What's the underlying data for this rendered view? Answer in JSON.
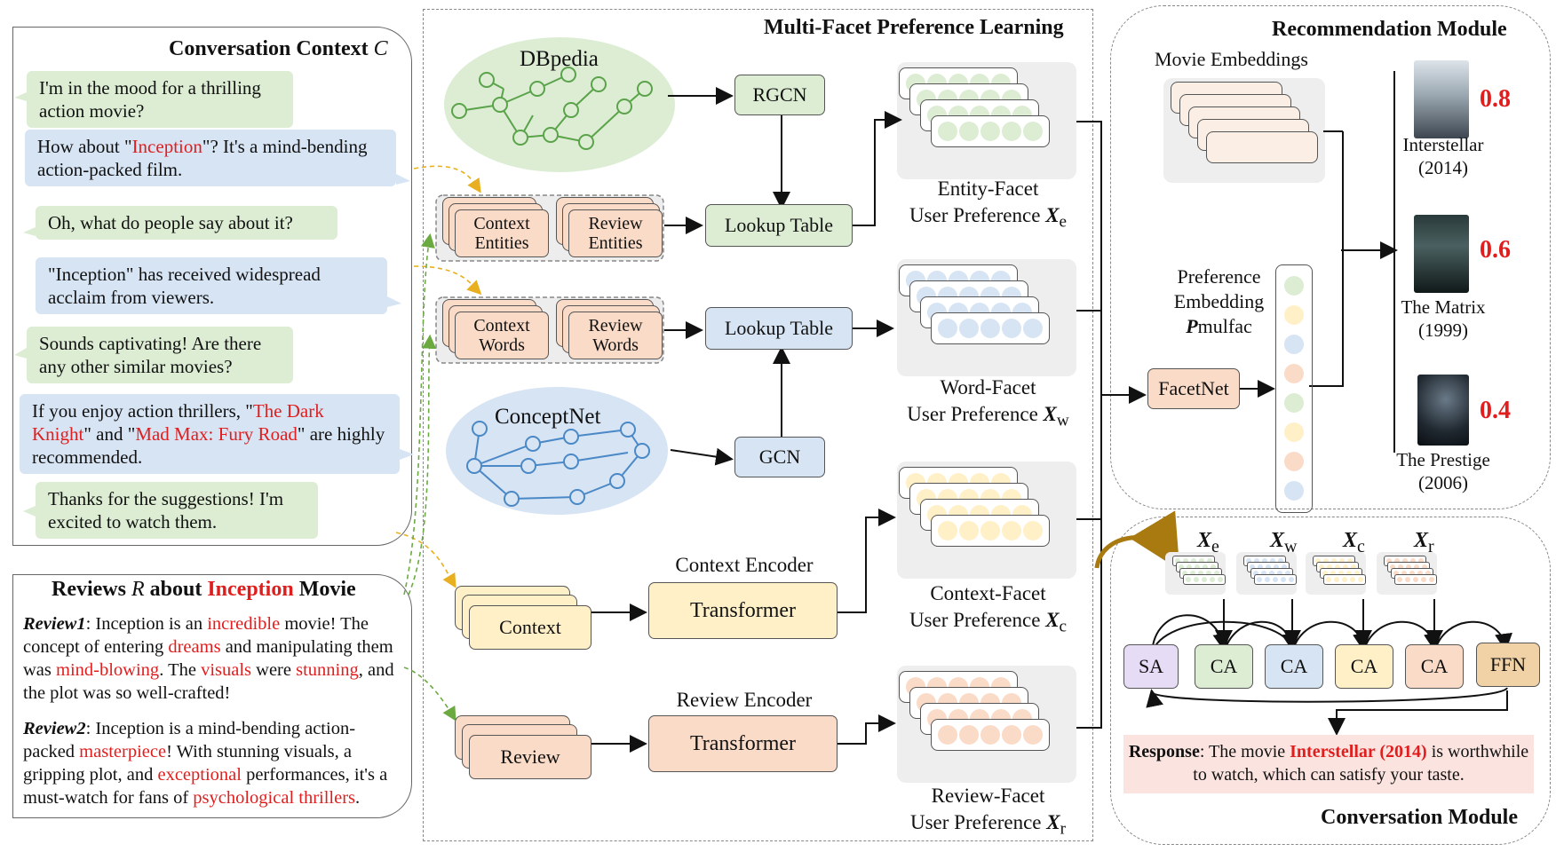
{
  "context": {
    "title": "Conversation Context ",
    "title_var": "C",
    "m1": "I'm in the mood for a thrilling action movie?",
    "m2_a": "How about \"",
    "m2_red": "Inception",
    "m2_b": "\"? It's a mind-bending action-packed film.",
    "m3": "Oh,  what do people say about it?",
    "m4": "\"Inception\" has received widespread acclaim from viewers.",
    "m5": "Sounds captivating! Are there any other similar movies?",
    "m6_a": "If you enjoy action thrillers, \"",
    "m6_red1": "The Dark Knight",
    "m6_b": "\" and \"",
    "m6_red2": "Mad Max: Fury Road",
    "m6_c": "\" are highly recommended.",
    "m7": "Thanks for the suggestions! I'm excited to watch them."
  },
  "reviews": {
    "title_a": "Reviews ",
    "title_var": "R",
    "title_b": " about ",
    "title_red": "Inception",
    "title_c": " Movie",
    "r1_label": "Review1",
    "r1": [
      {
        "t": ": Inception is an ",
        "r": false
      },
      {
        "t": "incredible",
        "r": true
      },
      {
        "t": " movie! The concept of entering ",
        "r": false
      },
      {
        "t": "dreams",
        "r": true
      },
      {
        "t": " and manipulating them was ",
        "r": false
      },
      {
        "t": "mind-blowing",
        "r": true
      },
      {
        "t": ". The ",
        "r": false
      },
      {
        "t": "visuals",
        "r": true
      },
      {
        "t": " were ",
        "r": false
      },
      {
        "t": "stunning",
        "r": true
      },
      {
        "t": ", and the plot was so well-crafted!",
        "r": false
      }
    ],
    "r2_label": "Review2",
    "r2": [
      {
        "t": ": Inception is a mind-bending action-packed ",
        "r": false
      },
      {
        "t": "masterpiece",
        "r": true
      },
      {
        "t": "! With stunning visuals, a gripping plot, and ",
        "r": false
      },
      {
        "t": "exceptional",
        "r": true
      },
      {
        "t": " performances, it's a must-watch for fans of ",
        "r": false
      },
      {
        "t": "psychological thrillers",
        "r": true
      },
      {
        "t": ".",
        "r": false
      }
    ]
  },
  "middle": {
    "title": "Multi-Facet Preference Learning",
    "dbpedia": "DBpedia",
    "conceptnet": "ConceptNet",
    "rgcn": "RGCN",
    "gcn": "GCN",
    "lookup1": "Lookup Table",
    "lookup2": "Lookup Table",
    "context_entities": "Context Entities",
    "review_entities": "Review Entities",
    "context_words": "Context Words",
    "review_words": "Review Words",
    "context_encoder": "Context Encoder",
    "review_encoder": "Review Encoder",
    "transformer1": "Transformer",
    "transformer2": "Transformer",
    "context": "Context",
    "review": "Review",
    "entity_facet": "Entity-Facet",
    "word_facet": "Word-Facet",
    "context_facet": "Context-Facet",
    "review_facet": "Review-Facet",
    "user_pref": "User Preference ",
    "x": "X",
    "sub_e": "e",
    "sub_w": "w",
    "sub_c": "c",
    "sub_r": "r"
  },
  "recommendation": {
    "title": "Recommendation Module",
    "movie_embeddings": "Movie Embeddings",
    "pref_emb_1": "Preference",
    "pref_emb_2": "Embedding",
    "pref_emb_p": "P",
    "pref_emb_sub": "mulfac",
    "facetnet": "FacetNet",
    "movies": [
      {
        "name": "Interstellar",
        "year": "(2014)",
        "score": "0.8"
      },
      {
        "name": "The Matrix",
        "year": "(1999)",
        "score": "0.6"
      },
      {
        "name": "The Prestige",
        "year": "(2006)",
        "score": "0.4"
      }
    ]
  },
  "conversation": {
    "title": "Conversation Module",
    "blocks": [
      "SA",
      "CA",
      "CA",
      "CA",
      "CA",
      "FFN"
    ],
    "resp_label": "Response",
    "resp_a": ": The movie ",
    "resp_red": "Interstellar (2014)",
    "resp_b": " is worthwhile to watch, which can satisfy your taste."
  }
}
